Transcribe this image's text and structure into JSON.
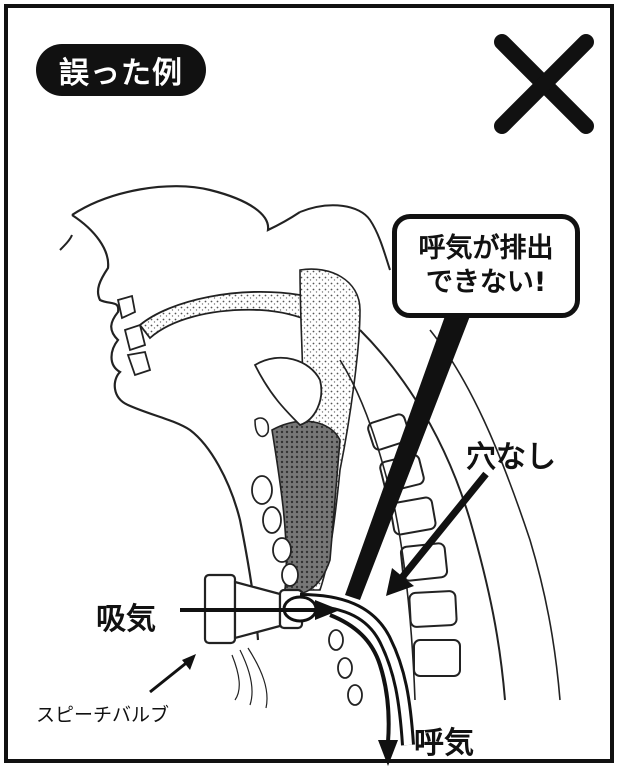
{
  "badge": {
    "text": "誤った例"
  },
  "mark": {
    "icon": "cross-icon"
  },
  "callout": {
    "line1": "呼気が排出",
    "line2": "できない!"
  },
  "labels": {
    "hole": "穴なし",
    "inhale": "吸気",
    "exhale": "呼気",
    "valve": "スピーチバルブ"
  }
}
